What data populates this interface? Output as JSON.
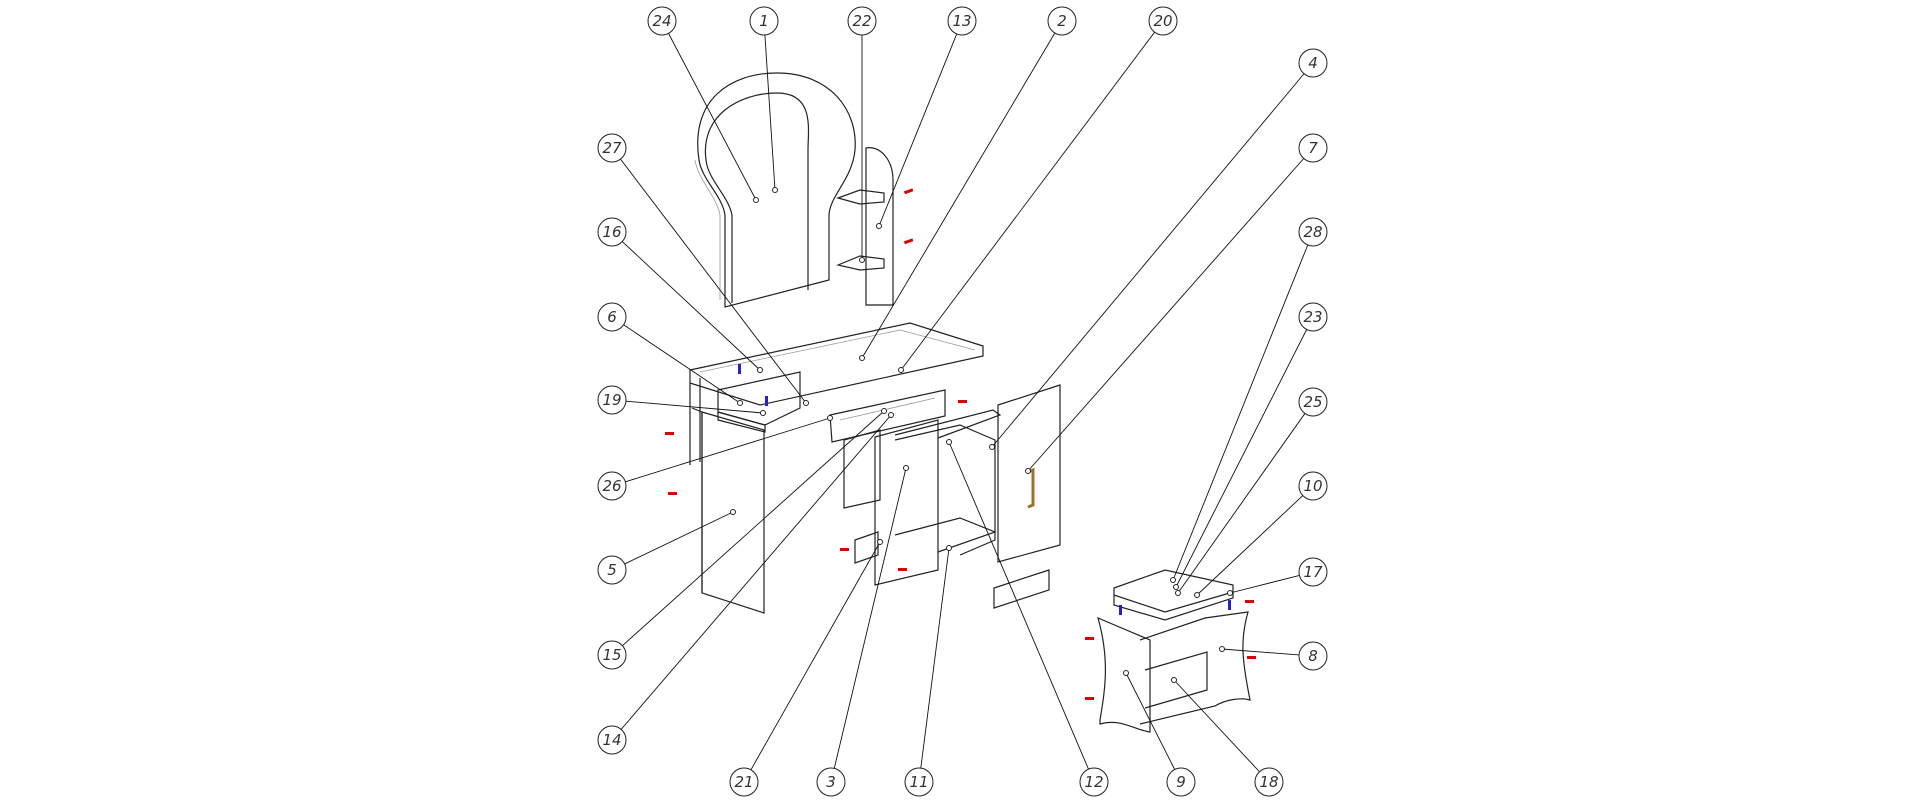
{
  "diagram": {
    "type": "exploded-assembly-drawing",
    "callouts": [
      "24",
      "1",
      "22",
      "13",
      "2",
      "20",
      "4",
      "7",
      "28",
      "23",
      "25",
      "10",
      "17",
      "8",
      "27",
      "16",
      "6",
      "19",
      "26",
      "5",
      "15",
      "14",
      "21",
      "3",
      "11",
      "12",
      "9",
      "18"
    ]
  },
  "colors": {
    "line": "#222222",
    "fastener": "#dd0000",
    "dowel": "#2222cc",
    "handle": "#a0702a"
  }
}
